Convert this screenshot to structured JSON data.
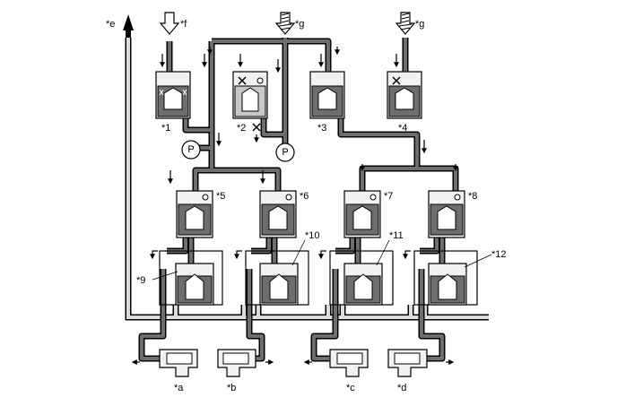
{
  "diagram": {
    "labels": {
      "v1": "*1",
      "v2": "*2",
      "v3": "*3",
      "v4": "*4",
      "v5": "*5",
      "v6": "*6",
      "v7": "*7",
      "v8": "*8",
      "v9": "*9",
      "v10": "*10",
      "v11": "*11",
      "v12": "*12",
      "ca": "*a",
      "cb": "*b",
      "cc": "*c",
      "cd": "*d",
      "e": "*e",
      "f": "*f",
      "g1": "*g",
      "g2": "*g"
    },
    "pump_label": "P",
    "colors": {
      "line_dark": "#4a4a4a",
      "line_mid": "#7a7a7a",
      "line_light": "#c8c8c8",
      "outline": "#000000",
      "fill_light": "#f2f2f2",
      "fill_grey": "#d9d9d9"
    }
  }
}
